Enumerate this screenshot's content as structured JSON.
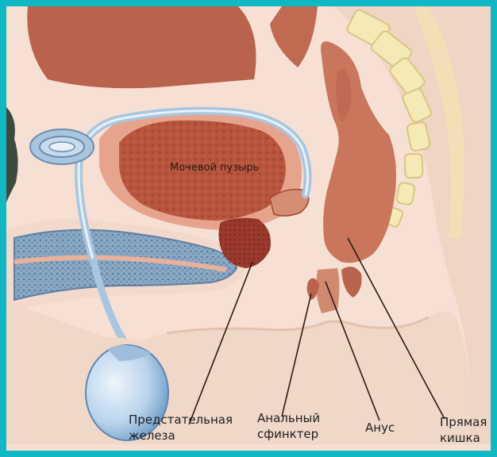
{
  "labels": {
    "bladder": "Мочевой пузырь",
    "prostate_line1": "Предстательная",
    "prostate_line2": "железа",
    "sphincter_line1": "Анальный",
    "sphincter_line2": "сфинктер",
    "anus": "Анус",
    "rectum_line1": "Прямая",
    "rectum_line2": "кишка"
  }
}
